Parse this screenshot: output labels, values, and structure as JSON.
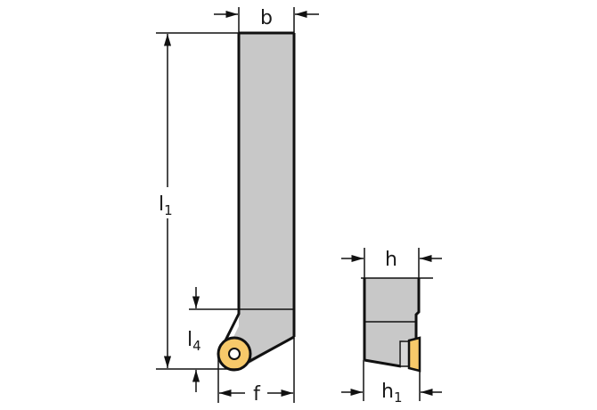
{
  "diagram": {
    "type": "technical drawing",
    "subject": "turning tool holder with round insert",
    "colors": {
      "body_fill": "#c8c8c8",
      "insert_fill": "#f7c96a",
      "outline": "#111111",
      "background": "#ffffff"
    },
    "dimensions": {
      "b": {
        "label": "b",
        "sub": ""
      },
      "l1": {
        "label": "l",
        "sub": "1"
      },
      "l4": {
        "label": "l",
        "sub": "4"
      },
      "f": {
        "label": "f",
        "sub": ""
      },
      "h": {
        "label": "h",
        "sub": ""
      },
      "h1": {
        "label": "h",
        "sub": "1"
      }
    }
  }
}
